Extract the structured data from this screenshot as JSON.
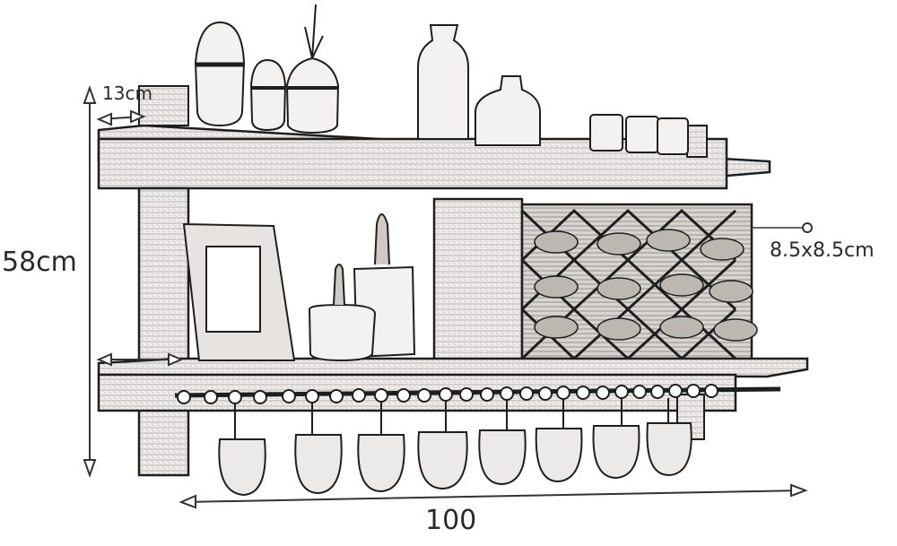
{
  "diagram": {
    "subject": "wall-mounted wine rack with shelves",
    "style": "pencil sketch line drawing",
    "dimensions": {
      "depth": "13cm",
      "height": "58cm",
      "width": "100",
      "bottle_cell": "8.5x8.5cm"
    },
    "components": {
      "top_shelf_items": [
        "tall vase",
        "small vase",
        "plant vase",
        "tall bottle",
        "jar",
        "cups",
        "cups",
        "cups"
      ],
      "middle_items": [
        "picture frame",
        "potted cactus",
        "potted cactus"
      ],
      "wine_grid": {
        "rows": 3,
        "columns": 4
      },
      "glass_holders": 8
    },
    "colors": {
      "line": "#1e1e1e",
      "wood": "#8a8480",
      "text": "#2a2a2a"
    }
  }
}
